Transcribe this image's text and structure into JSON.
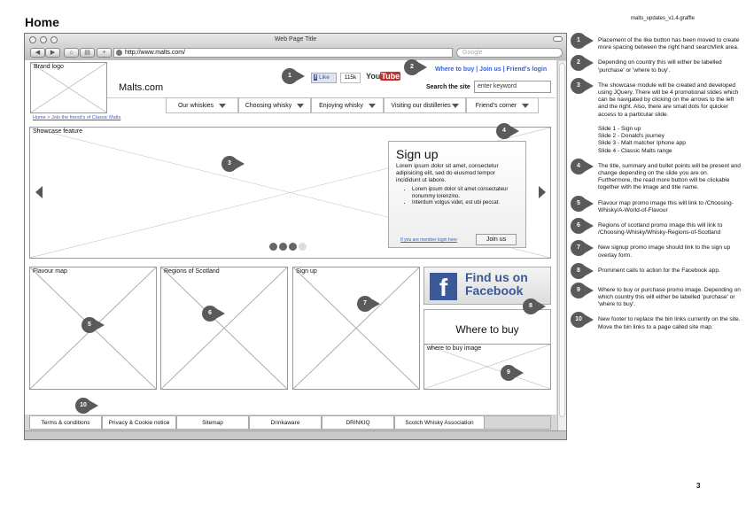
{
  "page": {
    "title": "Home",
    "filename": "malts_updates_v1.4.graffle",
    "page_number": "3"
  },
  "browser": {
    "title": "Web Page Title",
    "url": "http://www.malts.com/",
    "search_placeholder": "Google"
  },
  "header": {
    "brand_logo": "Brand logo",
    "site_name": "Malts.com",
    "like": "Like",
    "like_count": "115k",
    "youtube": "YouTube",
    "links": "Where to buy | Join us | Friend's login",
    "search_label": "Search the site",
    "search_placeholder": "enter keyword"
  },
  "nav": [
    "Our whiskies",
    "Choosing whisky",
    "Enjoying whisky",
    "Visiting our distilleries",
    "Friend's corner"
  ],
  "breadcrumb": "Home > Join the friend's of Classic Malts",
  "showcase": {
    "label": "Showcase feature",
    "title": "Sign up",
    "summary": "Lorem ipsum dolor sit amet, consectetur adipisicing elit, sed do eiusmod tempor incididunt ut labore.",
    "bullets": [
      "Lorem ipsum dolor sit amet consectateur nonummy lorenzino.",
      "Interdum volgus videt, est ubi peccat."
    ],
    "member_link": "If you are member login here",
    "join_button": "Join us",
    "slides": 4,
    "active_slide": 1
  },
  "promos": {
    "flavour": "Flavour map",
    "regions": "Regions of Scotland",
    "signup": "Sign up",
    "facebook": "Find us on Facebook",
    "where_to_buy": "Where to buy",
    "where_image": "where to buy image"
  },
  "footer": [
    "Terms & conditions",
    "Privacy & Cookie notice",
    "Sitemap",
    "Drinkaware",
    "DRINKIQ",
    "Scotch Whisky Association"
  ],
  "notes": [
    {
      "n": "1",
      "text": "Placement of the like button has been moved to create more spacing between the right hand search/link area."
    },
    {
      "n": "2",
      "text": "Depending on country this will either be labelled 'purchase' or 'where to buy'."
    },
    {
      "n": "3",
      "text": "The showcase module will be created and developed using JQuery.  There will be 4 promotional slides which can be navigated by clicking on the arrows to the left and the right. Also, there are small dots for quicker access to a particular slide.\n\nSlide 1 - Sign up\nSlide 2 - Donald's journey\nSlide 3 - Malt matcher Iphone app\nSlide 4 - Classic Malts range"
    },
    {
      "n": "4",
      "text": "The title, summary and bullet points will be present and change depending on the slide you are on.  Furthermore, the read more button will be clickable together with the image and title name."
    },
    {
      "n": "5",
      "text": "Flavour map promo image this will link to /Choosing-Whisky/A-World-of-Flavour"
    },
    {
      "n": "6",
      "text": "Regions of scotland promo image this will link to /Choosing-Whisky/Whisky-Regions-of-Scotland"
    },
    {
      "n": "7",
      "text": "New signup promo image should link to the sign up overlay form."
    },
    {
      "n": "8",
      "text": "Prominent calls to action for the Facebook app."
    },
    {
      "n": "9",
      "text": "Where to buy or purchase promo image.  Depending on which country this will either be labelled 'purchase' or 'where to buy'."
    },
    {
      "n": "10",
      "text": "New footer to replace the bin links currently on the site.  Move the bin links to a page called site map."
    }
  ]
}
